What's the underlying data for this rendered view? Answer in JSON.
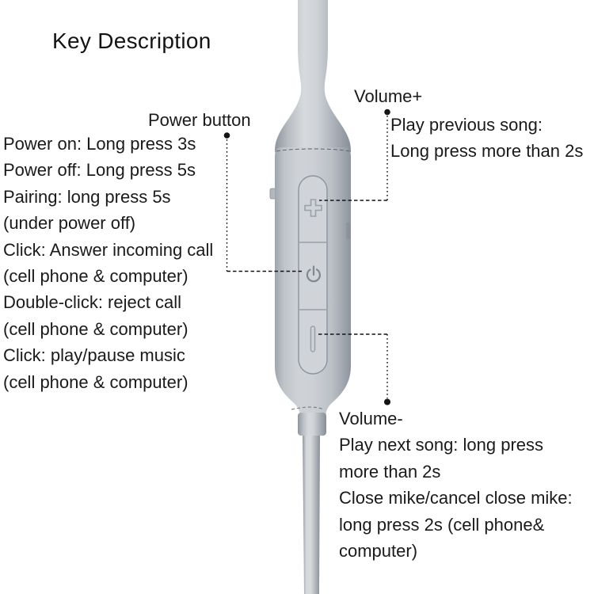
{
  "page": {
    "title": "Key Description",
    "background": "#ffffff"
  },
  "annotations": {
    "power": {
      "label": "Power button",
      "notes": [
        "Power on: Long press 3s",
        "Power off: Long press 5s",
        "Pairing: long press 5s",
        "(under power off)",
        "Click: Answer incoming call",
        "(cell phone & computer)",
        "Double-click: reject call",
        "(cell phone & computer)",
        "Click: play/pause music",
        "(cell phone & computer)"
      ]
    },
    "volume_up": {
      "label": "Volume+",
      "notes": [
        "Play previous song:",
        "Long press more than 2s"
      ]
    },
    "volume_down": {
      "label": "Volume-",
      "notes": [
        "Play next song: long press",
        "more than 2s",
        "Close mike/cancel close mike:",
        "long press 2s (cell phone&",
        "computer)"
      ]
    }
  },
  "device": {
    "kind": "earphone inline remote control",
    "buttons": [
      {
        "icon": "plus-icon"
      },
      {
        "icon": "power-icon"
      },
      {
        "icon": "minus-icon"
      }
    ]
  },
  "colors": {
    "text": "#1a1a1a",
    "leader_line": "#141414",
    "device_highlight": "#d7dadd",
    "device_mid": "#c6cacf",
    "device_shadow": "#8f959d",
    "button_outline": "#8d949c"
  }
}
